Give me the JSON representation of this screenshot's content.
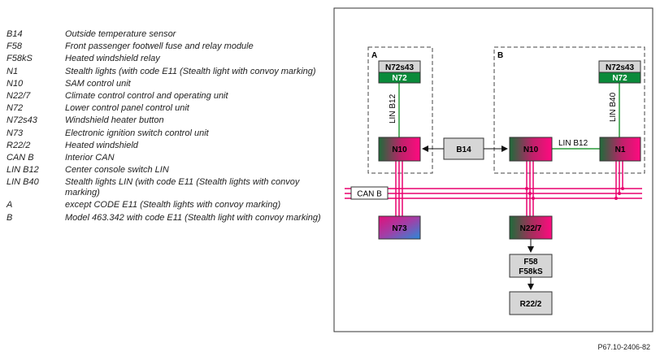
{
  "legend": [
    {
      "code": "B14",
      "desc": "Outside temperature sensor"
    },
    {
      "code": "F58",
      "desc": "Front passenger footwell fuse and relay module"
    },
    {
      "code": "F58kS",
      "desc": "Heated windshield relay"
    },
    {
      "code": "N1",
      "desc": "Stealth lights (with code E11 (Stealth light with convoy marking)"
    },
    {
      "code": "N10",
      "desc": "SAM control unit"
    },
    {
      "code": "N22/7",
      "desc": "Climate control control and operating unit"
    },
    {
      "code": "N72",
      "desc": "Lower control panel control unit"
    },
    {
      "code": "N72s43",
      "desc": "Windshield heater button"
    },
    {
      "code": "N73",
      "desc": "Electronic ignition switch control unit"
    },
    {
      "code": "R22/2",
      "desc": "Heated windshield"
    },
    {
      "code": "CAN B",
      "desc": "Interior CAN"
    },
    {
      "code": "LIN B12",
      "desc": "Center console switch LIN"
    },
    {
      "code": "LIN B40",
      "desc": "Stealth lights LIN (with code E11 (Stealth lights with convoy marking)"
    },
    {
      "code": "A",
      "desc": "except CODE E11 (Stealth lights with convoy marking)"
    },
    {
      "code": "B",
      "desc": "Model 463.342 with code E11 (Stealth light with convoy marking)"
    }
  ],
  "diagram": {
    "group_a": "A",
    "group_b": "B",
    "n72s43_a": "N72s43",
    "n72_a": "N72",
    "n72s43_b": "N72s43",
    "n72_b": "N72",
    "lin_b12_a": "LIN B12",
    "lin_b40": "LIN B40",
    "lin_b12_b": "LIN B12",
    "n10_a": "N10",
    "b14": "B14",
    "n10_b": "N10",
    "n1": "N1",
    "can_b": "CAN B",
    "n73": "N73",
    "n22_7": "N22/7",
    "f58": "F58",
    "f58ks": "F58kS",
    "r22_2": "R22/2"
  },
  "reference": "P67.10-2406-82",
  "colors": {
    "can_line": "#e8006e",
    "lin_line": "#2a9a3a",
    "n72_green": "#0a8a3a",
    "gray_box": "#d6d6d6"
  }
}
